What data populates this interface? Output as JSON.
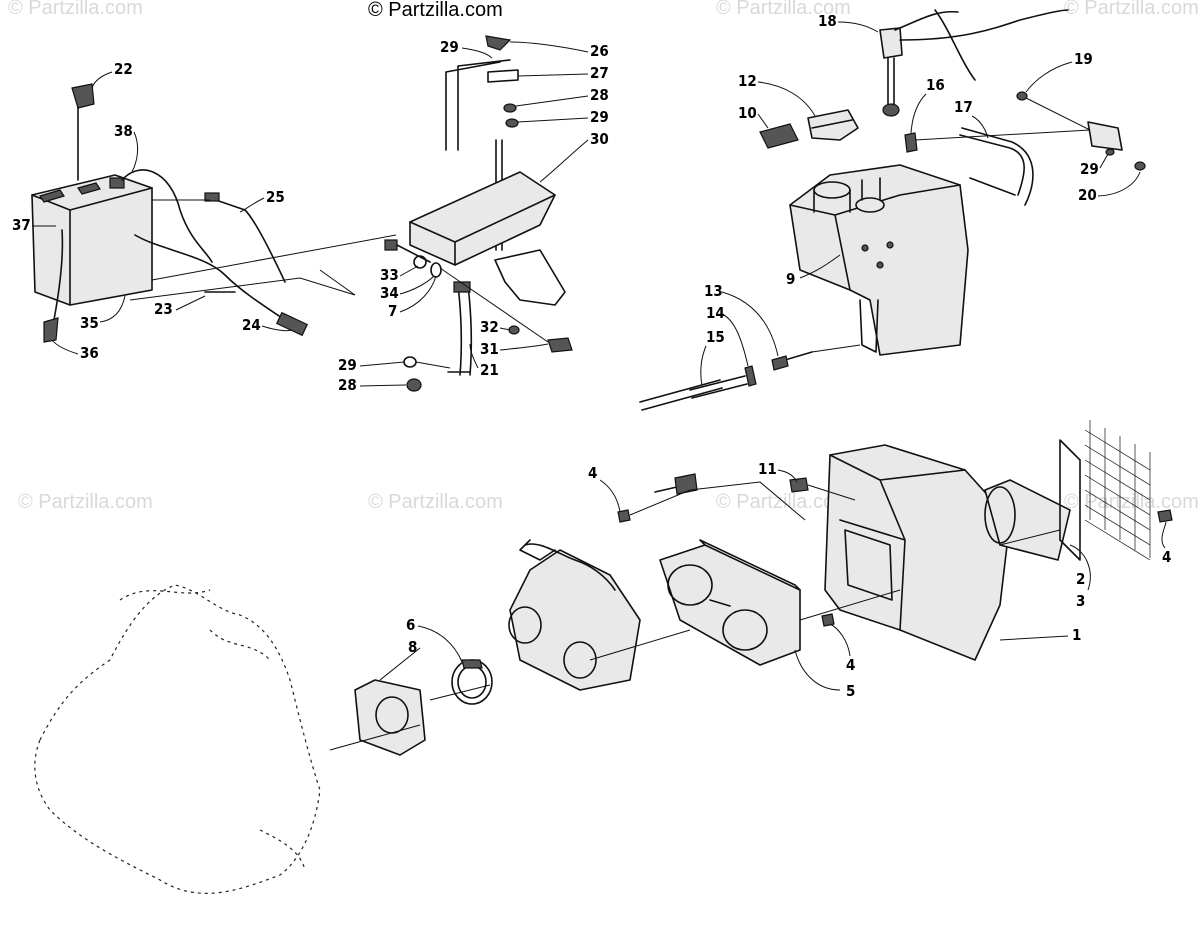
{
  "watermarks": {
    "main": "© Partzilla.com",
    "faded": "© Partzilla.com"
  },
  "callouts": [
    "1",
    "2",
    "3",
    "4",
    "4",
    "4",
    "5",
    "6",
    "7",
    "8",
    "9",
    "10",
    "11",
    "12",
    "13",
    "14",
    "15",
    "16",
    "17",
    "18",
    "19",
    "20",
    "21",
    "22",
    "23",
    "24",
    "25",
    "26",
    "27",
    "28",
    "28",
    "29",
    "29",
    "29",
    "29",
    "30",
    "31",
    "32",
    "33",
    "34",
    "35",
    "36",
    "37",
    "38"
  ],
  "colors": {
    "ink": "#111111",
    "watermark": "#d9d9d9",
    "background": "#ffffff"
  }
}
